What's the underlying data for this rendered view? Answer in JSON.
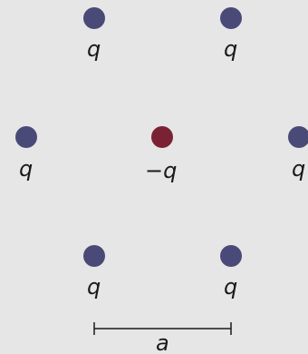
{
  "colors": {
    "positive_charge": "#4a4a78",
    "negative_charge": "#7a2233",
    "background": "#e6e6e6"
  },
  "charges": [
    {
      "id": "top-left",
      "label": "q",
      "sign": "positive"
    },
    {
      "id": "top-right",
      "label": "q",
      "sign": "positive"
    },
    {
      "id": "middle-left",
      "label": "q",
      "sign": "positive"
    },
    {
      "id": "center",
      "label": "−q",
      "sign": "negative"
    },
    {
      "id": "middle-right",
      "label": "q",
      "sign": "positive"
    },
    {
      "id": "bottom-left",
      "label": "q",
      "sign": "positive"
    },
    {
      "id": "bottom-right",
      "label": "q",
      "sign": "positive"
    }
  ],
  "scale_bar": {
    "label": "a"
  }
}
